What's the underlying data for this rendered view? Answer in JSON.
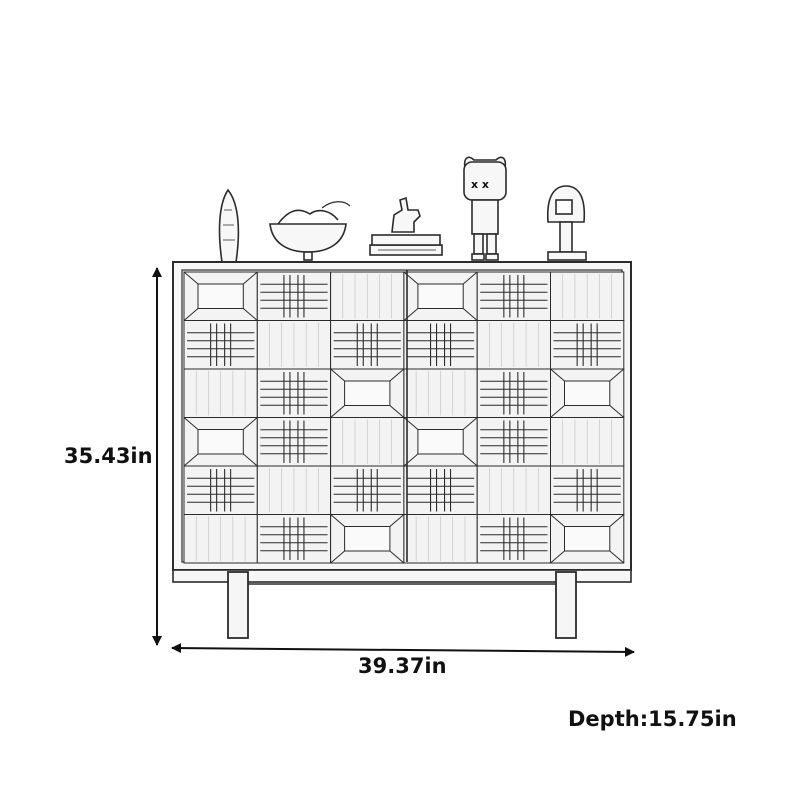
{
  "dimensions": {
    "height": "35.43in",
    "width": "39.37in",
    "depth": "Depth:15.75in"
  },
  "colors": {
    "line": "#2b2b2b",
    "wood_fill": "#f4f4f4",
    "background": "#ffffff"
  },
  "cabinet": {
    "doors": 2,
    "panel_pattern": [
      [
        "pyramid",
        "grid",
        "plain",
        "pyramid",
        "grid",
        "plain"
      ],
      [
        "grid",
        "plain",
        "grid",
        "grid",
        "plain",
        "grid"
      ],
      [
        "plain",
        "grid",
        "pyramid",
        "plain",
        "grid",
        "pyramid"
      ],
      [
        "pyramid",
        "grid",
        "plain",
        "pyramid",
        "grid",
        "plain"
      ],
      [
        "grid",
        "plain",
        "grid",
        "grid",
        "plain",
        "grid"
      ],
      [
        "plain",
        "grid",
        "pyramid",
        "plain",
        "grid",
        "pyramid"
      ]
    ]
  },
  "decor_items": [
    "vase-icon",
    "bowl-icon",
    "books-with-figurine-icon",
    "toy-figure-icon",
    "mushroom-lamp-icon"
  ]
}
